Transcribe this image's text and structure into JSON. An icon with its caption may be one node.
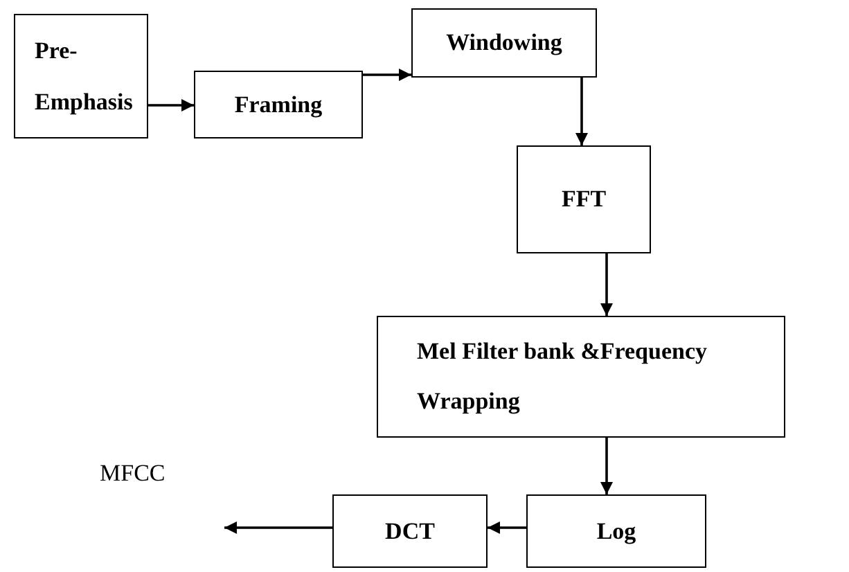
{
  "diagram": {
    "nodes": [
      {
        "text": [
          "Pre- Emphasis"
        ]
      },
      {
        "text": [
          "Framing"
        ]
      },
      {
        "text": [
          "Windowing"
        ]
      },
      {
        "text": [
          "FFT"
        ]
      },
      {
        "text": [
          "Mel Filter bank &Frequency Wrapping"
        ]
      },
      {
        "text": [
          "Log"
        ]
      },
      {
        "text": [
          "DCT"
        ]
      },
      {
        "text": [
          "MFCC"
        ]
      }
    ],
    "edges": [
      {
        "from": 0,
        "to": 1,
        "arrow": "to"
      },
      {
        "from": 1,
        "to": 2,
        "arrow": "to"
      },
      {
        "from": 2,
        "to": 3,
        "arrow": "to"
      },
      {
        "from": 3,
        "to": 4,
        "arrow": "to"
      },
      {
        "from": 4,
        "to": 5,
        "arrow": "to"
      },
      {
        "from": 5,
        "to": 6,
        "arrow": "to"
      },
      {
        "from": 6,
        "to": 7,
        "arrow": "to"
      }
    ]
  }
}
